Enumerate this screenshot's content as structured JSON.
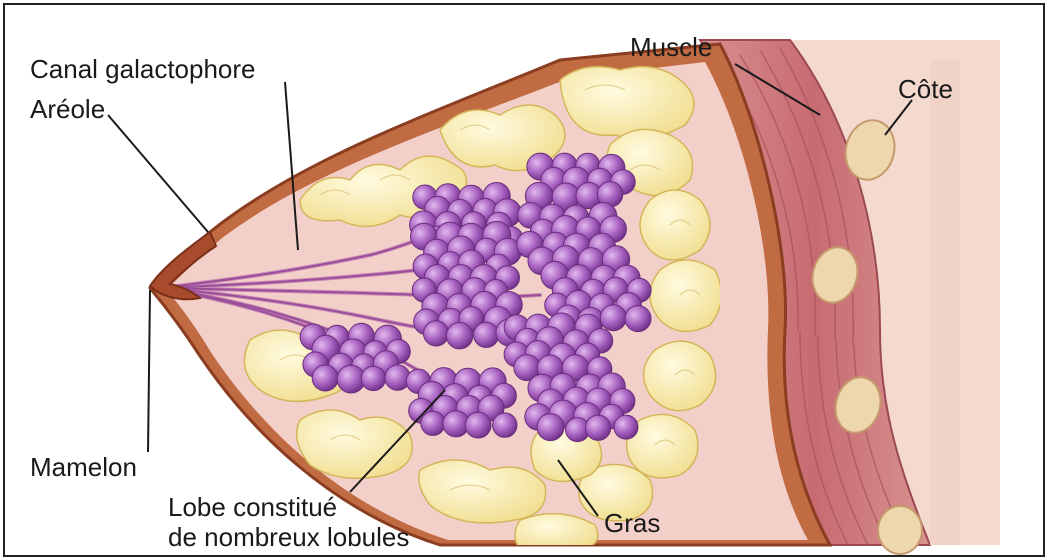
{
  "diagram": {
    "labels": {
      "canal": "Canal galactophore",
      "areole": "Aréole",
      "muscle": "Muscle",
      "cote": "Côte",
      "mamelon": "Mamelon",
      "lobe_line1": "Lobe constitué",
      "lobe_line2": "de nombreux lobules",
      "gras": "Gras"
    },
    "colors": {
      "skin": "#b85c35",
      "fat": "#f6e7a1",
      "fat_outline": "#d9c36a",
      "lobule": "#a45dbb",
      "muscle": "#cc7d80",
      "rib": "#efd7b0",
      "background_tissue": "#f3cfc9"
    }
  }
}
